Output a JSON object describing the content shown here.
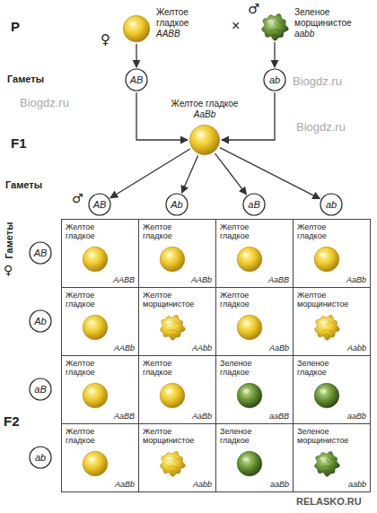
{
  "diagram": {
    "nodes": [
      {
        "text": [
          "Желтое гладкое",
          "AABB"
        ]
      },
      {
        "text": [
          "Зеленое морщинистое",
          "aabb"
        ]
      },
      {
        "text": [
          "AB"
        ]
      },
      {
        "text": [
          "ab"
        ]
      },
      {
        "text": [
          "Желтое гладкое",
          "AaBb"
        ]
      },
      {
        "text": [
          "AB"
        ]
      },
      {
        "text": [
          "Ab"
        ]
      },
      {
        "text": [
          "aB"
        ]
      },
      {
        "text": [
          "ab"
        ]
      },
      {
        "text": [
          "AB"
        ]
      },
      {
        "text": [
          "Ab"
        ]
      },
      {
        "text": [
          "aB"
        ]
      },
      {
        "text": [
          "ab"
        ]
      },
      {
        "text": [
          "Желтое гладкое",
          "AABB"
        ]
      },
      {
        "text": [
          "Желтое гладкое",
          "AABb"
        ]
      },
      {
        "text": [
          "Желтое гладкое",
          "AaBB"
        ]
      },
      {
        "text": [
          "Желтое гладкое",
          "AaBb"
        ]
      },
      {
        "text": [
          "Желтое гладкое",
          "AABb"
        ]
      },
      {
        "text": [
          "Желтое морщинистое",
          "AAbb"
        ]
      },
      {
        "text": [
          "Желтое гладкое",
          "AaBb"
        ]
      },
      {
        "text": [
          "Желтое морщинистое",
          "Aabb"
        ]
      },
      {
        "text": [
          "Желтое гладкое",
          "AaBB"
        ]
      },
      {
        "text": [
          "Желтое гладкое",
          "AaBb"
        ]
      },
      {
        "text": [
          "Зеленое гладкое",
          "aaBB"
        ]
      },
      {
        "text": [
          "Зеленое гладкое",
          "aaBb"
        ]
      },
      {
        "text": [
          "Желтое гладкое",
          "AaBb"
        ]
      },
      {
        "text": [
          "Желтое морщинистое",
          "Aabb"
        ]
      },
      {
        "text": [
          "Зеленое гладкое",
          "aaBb"
        ]
      },
      {
        "text": [
          "Зеленое морщинистое",
          "aabb"
        ]
      }
    ],
    "edges": [
      {
        "from": 0,
        "to": 2,
        "arrow": "to"
      },
      {
        "from": 1,
        "to": 3,
        "arrow": "to"
      },
      {
        "from": 2,
        "to": 4,
        "arrow": "to"
      },
      {
        "from": 3,
        "to": 4,
        "arrow": "to"
      },
      {
        "from": 4,
        "to": 5,
        "arrow": "to"
      },
      {
        "from": 4,
        "to": 6,
        "arrow": "to"
      },
      {
        "from": 4,
        "to": 7,
        "arrow": "to"
      },
      {
        "from": 4,
        "to": 8,
        "arrow": "to"
      }
    ],
    "labels": [
      "P",
      "♀",
      "×",
      "♂",
      "Гаметы",
      "F1",
      "Гаметы",
      "♂",
      "Гаметы",
      "♀",
      "F2",
      "Biogdz.ru",
      "Biogdz.ru",
      "Biogdz.ru",
      "RELASKO.RU"
    ]
  }
}
